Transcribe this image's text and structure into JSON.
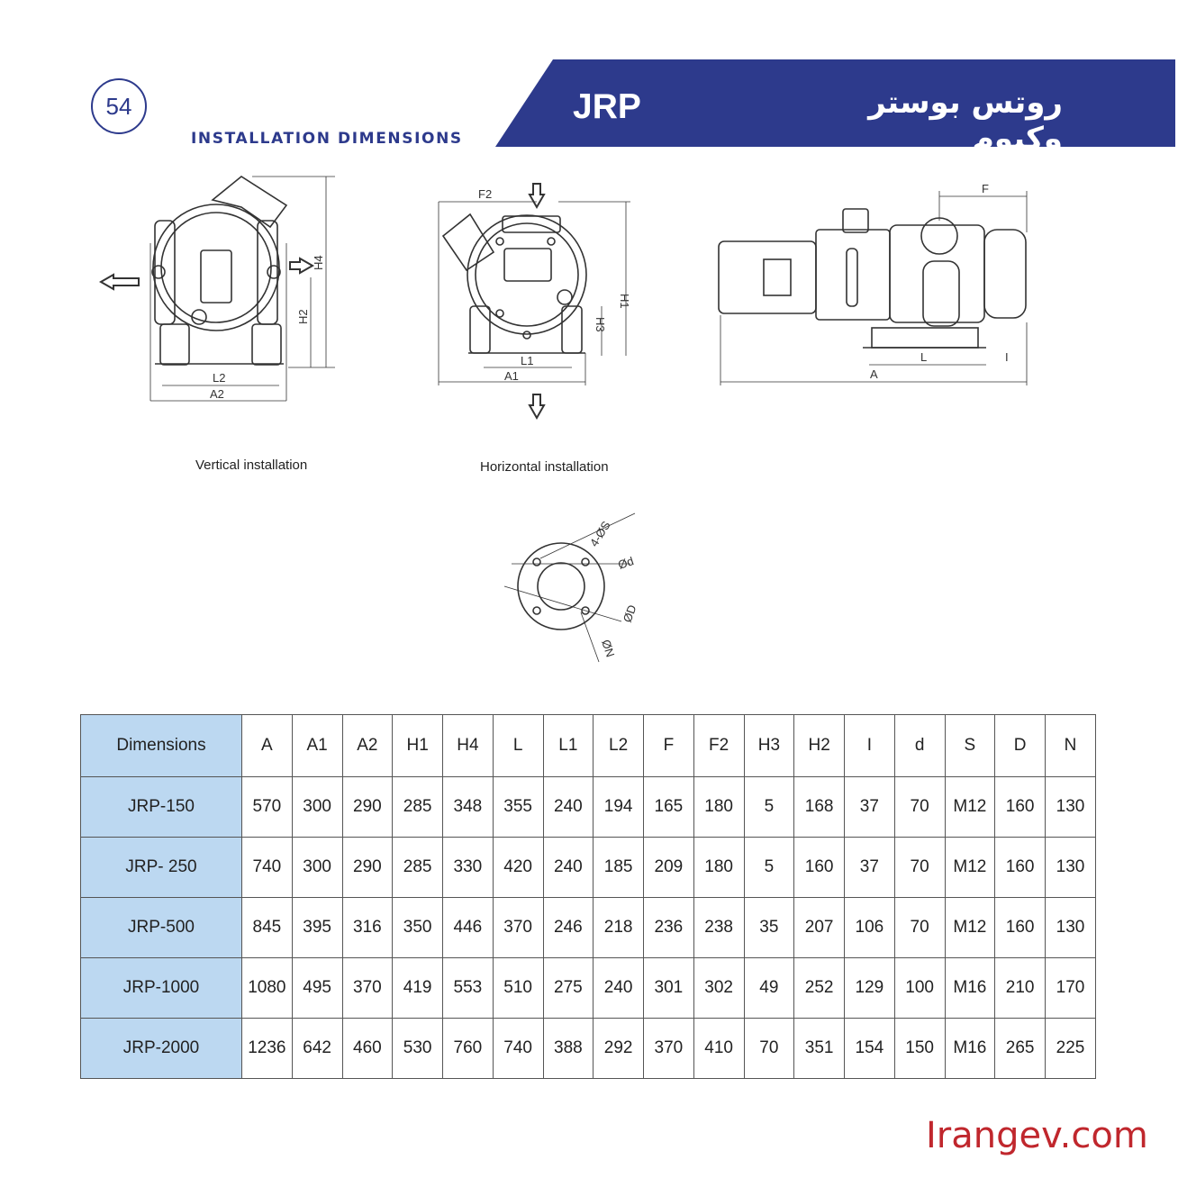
{
  "page_number": "54",
  "section_title": "INSTALLATION DIMENSIONS",
  "banner": {
    "model": "JRP",
    "title_fa": "روتس بوستر وکیوم",
    "color": "#2d3a8c"
  },
  "captions": {
    "vertical": "Vertical installation",
    "horizontal": "Horizontal installation"
  },
  "drawing_labels": {
    "v_l2": "L2",
    "v_a2": "A2",
    "v_h2": "H2",
    "v_h4": "H4",
    "h_f2": "F2",
    "h_l1": "L1",
    "h_a1": "A1",
    "h_h1": "H1",
    "h_h3": "H3",
    "s_f": "F",
    "s_l": "L",
    "s_a": "A",
    "s_i": "I",
    "fl_s": "4-ØS",
    "fl_d": "Ød",
    "fl_D": "ØD",
    "fl_n": "ØN"
  },
  "table": {
    "header_label": "Dimensions",
    "columns": [
      "A",
      "A1",
      "A2",
      "H1",
      "H4",
      "L",
      "L1",
      "L2",
      "F",
      "F2",
      "H3",
      "H2",
      "I",
      "d",
      "S",
      "D",
      "N"
    ],
    "rows": [
      {
        "model": "JRP-150",
        "values": [
          "570",
          "300",
          "290",
          "285",
          "348",
          "355",
          "240",
          "194",
          "165",
          "180",
          "5",
          "168",
          "37",
          "70",
          "M12",
          "160",
          "130"
        ]
      },
      {
        "model": "JRP- 250",
        "values": [
          "740",
          "300",
          "290",
          "285",
          "330",
          "420",
          "240",
          "185",
          "209",
          "180",
          "5",
          "160",
          "37",
          "70",
          "M12",
          "160",
          "130"
        ]
      },
      {
        "model": "JRP-500",
        "values": [
          "845",
          "395",
          "316",
          "350",
          "446",
          "370",
          "246",
          "218",
          "236",
          "238",
          "35",
          "207",
          "106",
          "70",
          "M12",
          "160",
          "130"
        ]
      },
      {
        "model": "JRP-1000",
        "values": [
          "1080",
          "495",
          "370",
          "419",
          "553",
          "510",
          "275",
          "240",
          "301",
          "302",
          "49",
          "252",
          "129",
          "100",
          "M16",
          "210",
          "170"
        ]
      },
      {
        "model": "JRP-2000",
        "values": [
          "1236",
          "642",
          "460",
          "530",
          "760",
          "740",
          "388",
          "292",
          "370",
          "410",
          "70",
          "351",
          "154",
          "150",
          "M16",
          "265",
          "225"
        ]
      }
    ]
  },
  "footer_url": "Irangev.com"
}
